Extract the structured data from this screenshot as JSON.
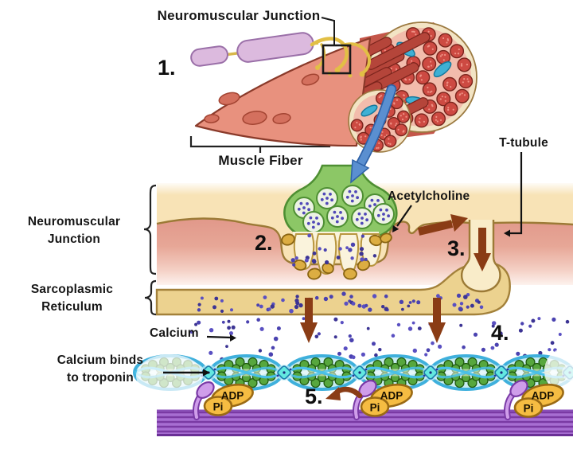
{
  "diagram": {
    "labels": {
      "nmj_top": "Neuromuscular Junction",
      "muscle_fiber": "Muscle Fiber",
      "t_tubule": "T-tubule",
      "acetylcholine": "Acetylcholine",
      "nmj_side_1": "Neuromuscular",
      "nmj_side_2": "Junction",
      "sr_1": "Sarcoplasmic",
      "sr_2": "Reticulum",
      "calcium": "Calcium",
      "calcium_binds_1": "Calcium binds",
      "calcium_binds_2": "to troponin",
      "adp": "ADP",
      "pi": "Pi"
    },
    "steps": {
      "s1": "1.",
      "s2": "2.",
      "s3": "3.",
      "s4": "4.",
      "s5": "5."
    },
    "colors": {
      "cream_band": "#f8e3b6",
      "membrane_salmon": "#e09688",
      "membrane_outline": "#9c7a36",
      "terminal_green": "#8cc766",
      "sr_gold": "#ecd28f",
      "calcium_dot_blue": "#4a42b0",
      "arrow_brown": "#8a3c15",
      "actin_cyan": "#3fb0dc",
      "actin_bead_green": "#57a73e",
      "troponin_teal": "#63e8e0",
      "myosin_purple": "#a76ed2",
      "adp_gold": "#f5bc42",
      "axon_lavender": "#dcbade",
      "fiber_salmon": "#e8917e",
      "zoom_arrow_blue": "#5a8fd0"
    }
  }
}
